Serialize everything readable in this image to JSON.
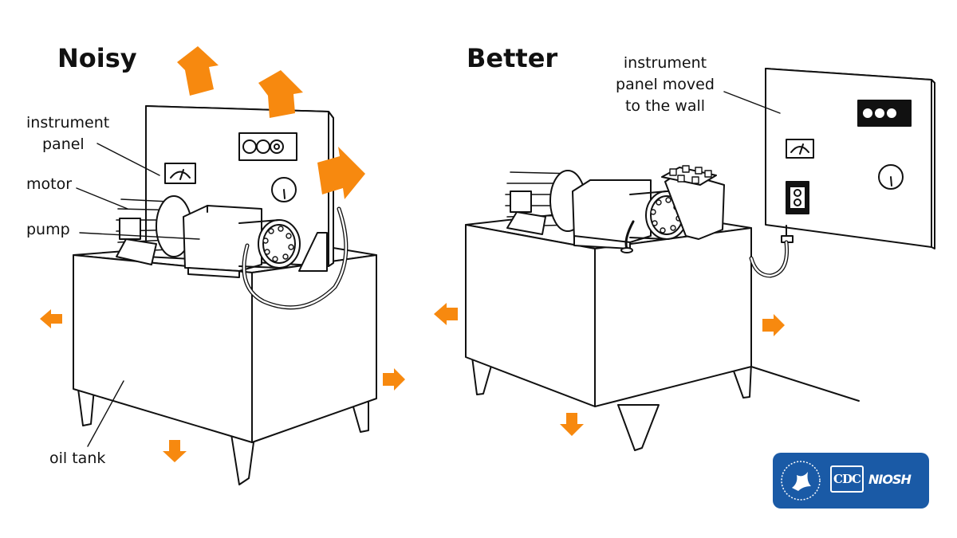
{
  "titles": {
    "noisy": "Noisy",
    "better": "Better"
  },
  "labels": {
    "instrument_panel_line1": "instrument",
    "instrument_panel_line2": "panel",
    "motor": "motor",
    "pump": "pump",
    "oil_tank": "oil tank",
    "moved_line1": "instrument",
    "moved_line2": "panel moved",
    "moved_line3": "to the wall"
  },
  "logo": {
    "cdc": "CDC",
    "niosh": "NIOSH"
  },
  "colors": {
    "arrow": "#f7890f",
    "line": "#111111",
    "logo_bg": "#1a5aa6"
  }
}
